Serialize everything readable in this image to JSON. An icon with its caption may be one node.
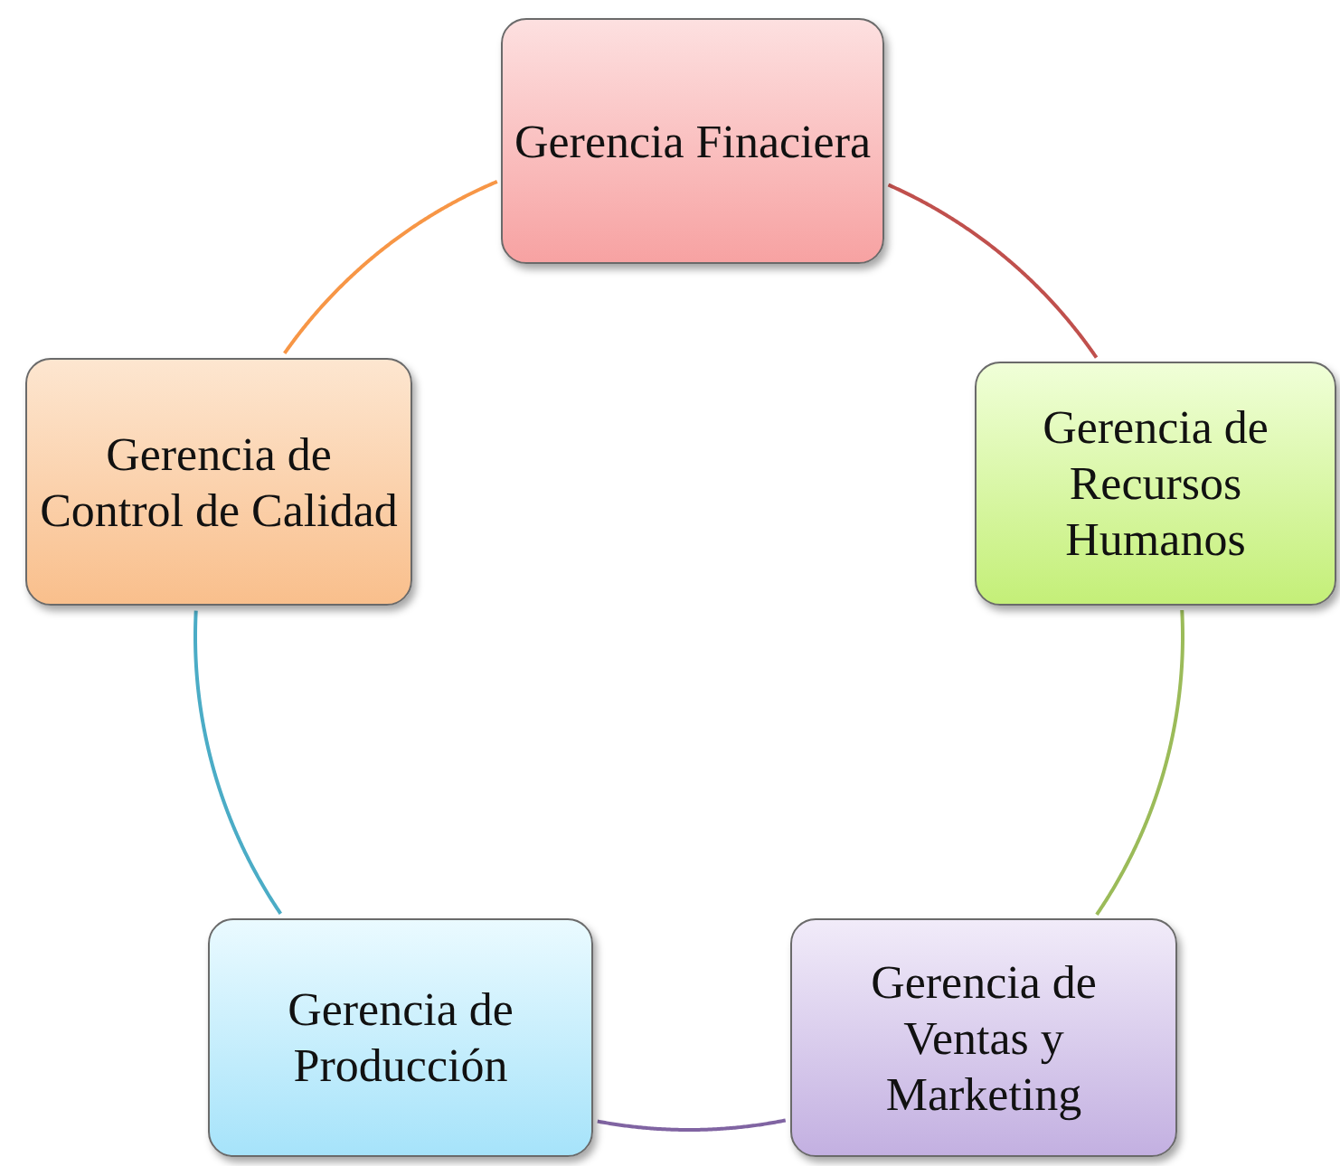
{
  "diagram": {
    "nodes": [
      {
        "text": [
          "Gerencia Finaciera"
        ]
      },
      {
        "text": [
          "Gerencia de Recursos Humanos"
        ]
      },
      {
        "text": [
          "Gerencia de Ventas y Marketing"
        ]
      },
      {
        "text": [
          "Gerencia de Producción"
        ]
      },
      {
        "text": [
          "Gerencia de Control de Calidad"
        ]
      }
    ],
    "edges": [
      {
        "from": 0,
        "to": 1,
        "arrow": "none",
        "color": "#c0504d"
      },
      {
        "from": 1,
        "to": 2,
        "arrow": "none",
        "color": "#9bbb59"
      },
      {
        "from": 2,
        "to": 3,
        "arrow": "none",
        "color": "#8064a2"
      },
      {
        "from": 3,
        "to": 4,
        "arrow": "none",
        "color": "#4bacc6"
      },
      {
        "from": 4,
        "to": 0,
        "arrow": "none",
        "color": "#f79646"
      }
    ]
  }
}
